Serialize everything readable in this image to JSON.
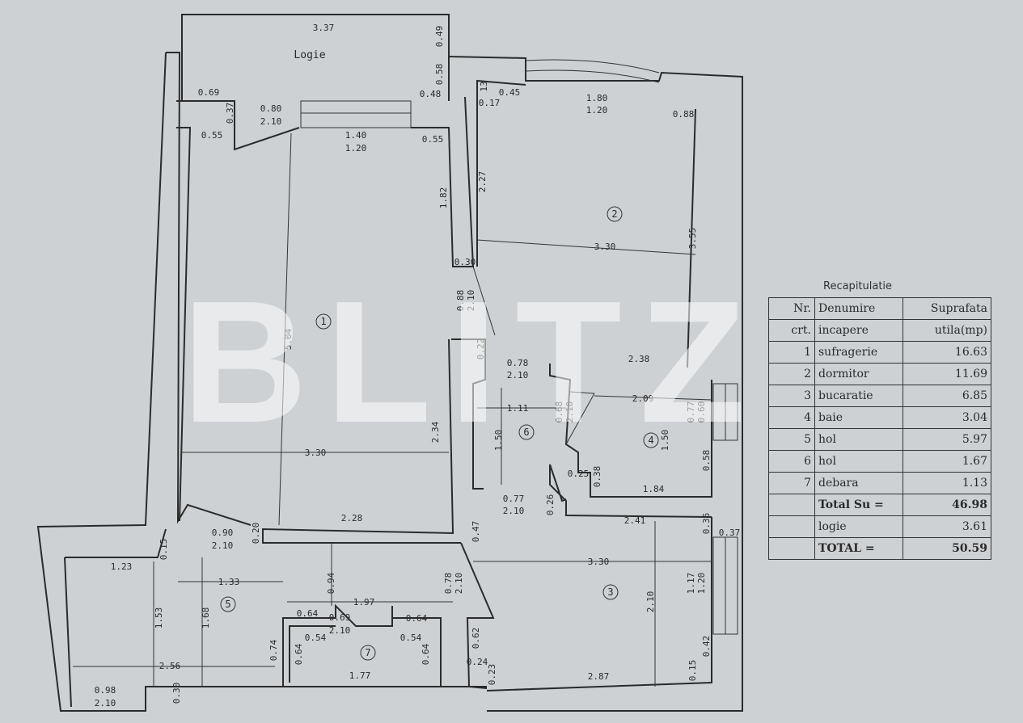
{
  "plan": {
    "room_label": "Logie",
    "room_numbers": [
      "1",
      "2",
      "3",
      "4",
      "5",
      "6",
      "7"
    ],
    "dimensions": [
      "3.37",
      "0.49",
      "0.58",
      "0.69",
      "0.37",
      "0.80",
      "2.10",
      "0.48",
      "0.55",
      "1.40",
      "1.20",
      "0.55",
      "0.45",
      "0.17",
      "13",
      "1.80",
      "1.20",
      "0.88",
      "2.27",
      "1.82",
      "3.30",
      "3.55",
      "0.30",
      "5.04",
      "0.88",
      "2.10",
      "0.22",
      "0.78",
      "2.10",
      "2.38",
      "1.11",
      "2.09",
      "0.68",
      "2.10",
      "0.77",
      "0.60",
      "1.50",
      "1.50",
      "2.34",
      "3.30",
      "0.25",
      "0.38",
      "0.58",
      "1.84",
      "0.77",
      "2.10",
      "0.26",
      "2.28",
      "2.41",
      "0.36",
      "0.37",
      "0.15",
      "0.90",
      "2.10",
      "0.20",
      "0.47",
      "1.23",
      "3.30",
      "1.33",
      "0.94",
      "0.78",
      "2.10",
      "1.17",
      "1.20",
      "1.53",
      "1.68",
      "1.97",
      "2.10",
      "0.64",
      "0.69",
      "2.10",
      "0.64",
      "0.54",
      "0.54",
      "0.62",
      "0.74",
      "0.64",
      "0.64",
      "0.42",
      "2.56",
      "0.24",
      "1.77",
      "2.87",
      "0.23",
      "0.15",
      "0.98",
      "2.10",
      "0.30"
    ]
  },
  "watermark": "BLITZ",
  "recap": {
    "title": "Recapitulatie",
    "headers": [
      [
        "Nr.",
        "Denumire",
        "Suprafata"
      ],
      [
        "crt.",
        "incapere",
        "utila(mp)"
      ]
    ],
    "rows": [
      [
        "1",
        "sufragerie",
        "16.63"
      ],
      [
        "2",
        "dormitor",
        "11.69"
      ],
      [
        "3",
        "bucaratie",
        "6.85"
      ],
      [
        "4",
        "baie",
        "3.04"
      ],
      [
        "5",
        "hol",
        "5.97"
      ],
      [
        "6",
        "hol",
        "1.67"
      ],
      [
        "7",
        "debara",
        "1.13"
      ]
    ],
    "totals": [
      [
        "",
        "Total Su =",
        "46.98"
      ],
      [
        "",
        "logie",
        "3.61"
      ],
      [
        "",
        "TOTAL   =",
        "50.59"
      ]
    ]
  }
}
